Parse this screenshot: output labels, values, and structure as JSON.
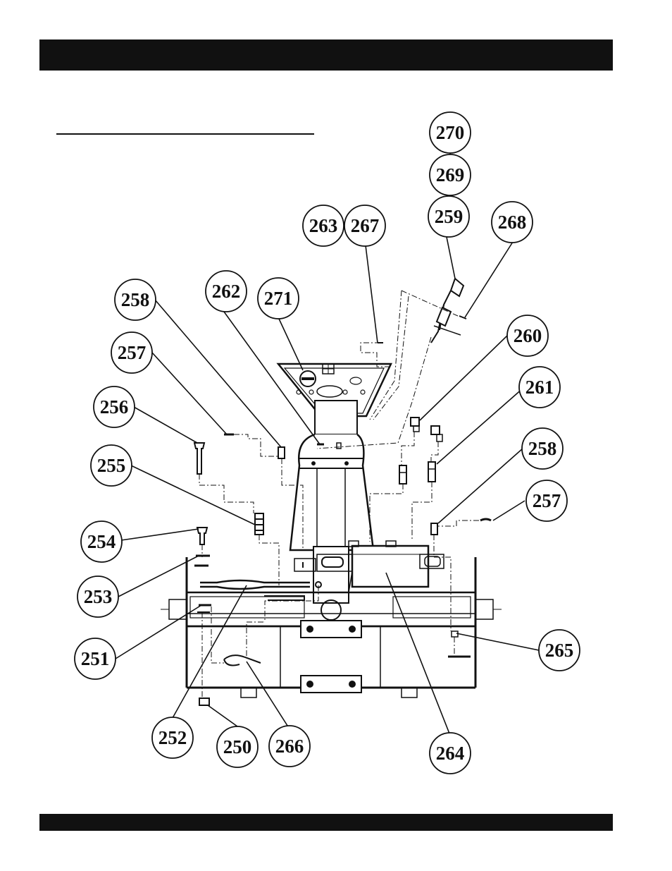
{
  "callouts": [
    {
      "id": "c270",
      "label": "270"
    },
    {
      "id": "c269",
      "label": "269"
    },
    {
      "id": "c259",
      "label": "259"
    },
    {
      "id": "c263",
      "label": "263"
    },
    {
      "id": "c267",
      "label": "267"
    },
    {
      "id": "c268",
      "label": "268"
    },
    {
      "id": "c258a",
      "label": "258"
    },
    {
      "id": "c262",
      "label": "262"
    },
    {
      "id": "c271",
      "label": "271"
    },
    {
      "id": "c260",
      "label": "260"
    },
    {
      "id": "c257a",
      "label": "257"
    },
    {
      "id": "c261",
      "label": "261"
    },
    {
      "id": "c256",
      "label": "256"
    },
    {
      "id": "c258b",
      "label": "258"
    },
    {
      "id": "c255",
      "label": "255"
    },
    {
      "id": "c257b",
      "label": "257"
    },
    {
      "id": "c254",
      "label": "254"
    },
    {
      "id": "c253",
      "label": "253"
    },
    {
      "id": "c265",
      "label": "265"
    },
    {
      "id": "c251",
      "label": "251"
    },
    {
      "id": "c252",
      "label": "252"
    },
    {
      "id": "c250",
      "label": "250"
    },
    {
      "id": "c266",
      "label": "266"
    },
    {
      "id": "c264",
      "label": "264"
    }
  ]
}
